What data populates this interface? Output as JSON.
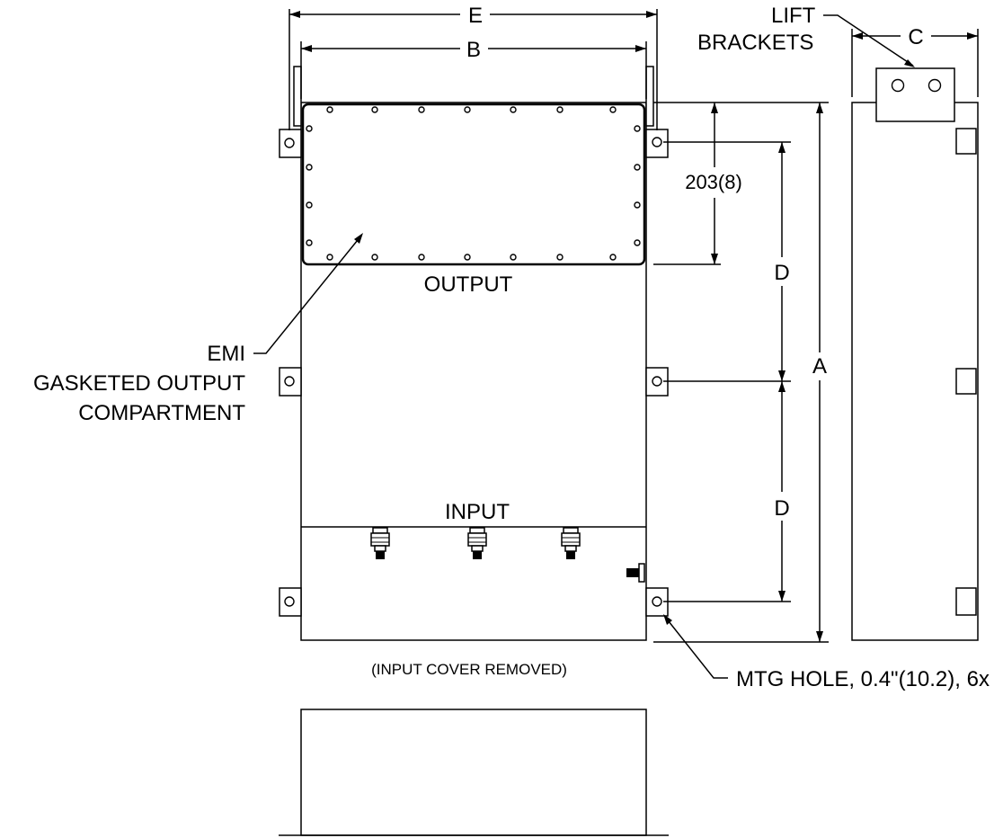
{
  "dimensions": {
    "e": "E",
    "b": "B",
    "c": "C",
    "a": "A",
    "d_upper": "D",
    "d_lower": "D",
    "offset": "203(8)"
  },
  "labels": {
    "lift_line1": "LIFT",
    "lift_line2": "BRACKETS",
    "output": "OUTPUT",
    "input": "INPUT",
    "emi_line1": "EMI",
    "emi_line2": "GASKETED OUTPUT",
    "emi_line3": "COMPARTMENT",
    "input_cover": "(INPUT COVER REMOVED)",
    "mtg_hole": "MTG HOLE, 0.4\"(10.2), 6x"
  }
}
